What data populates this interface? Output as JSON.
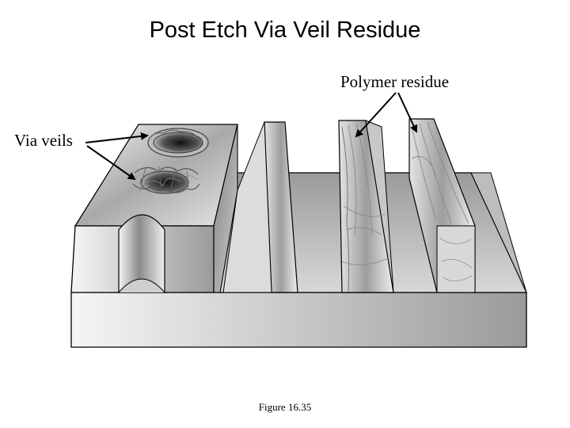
{
  "title": "Post Etch Via Veil Residue",
  "labels": {
    "polymer_residue": "Polymer residue",
    "via_veils": "Via veils"
  },
  "caption": "Figure 16.35"
}
